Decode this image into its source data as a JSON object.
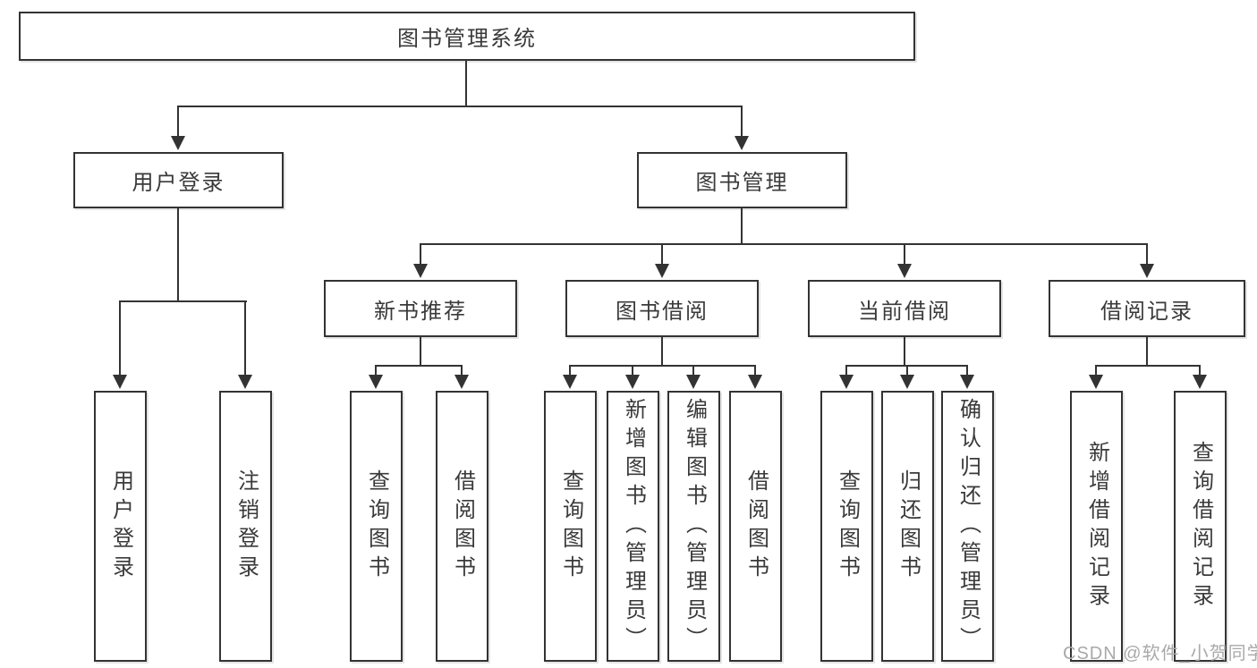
{
  "diagram": {
    "root": "图书管理系统",
    "level2": {
      "user_login": {
        "label": "用户登录",
        "children": [
          "用户登录",
          "注销登录"
        ]
      },
      "book_management": {
        "label": "图书管理",
        "sections": {
          "new_book_recommend": {
            "label": "新书推荐",
            "children": [
              "查询图书",
              "借阅图书"
            ]
          },
          "book_borrow": {
            "label": "图书借阅",
            "children": [
              "查询图书",
              "新增图书（管理员）",
              "编辑图书（管理员）",
              "借阅图书"
            ]
          },
          "current_borrow": {
            "label": "当前借阅",
            "children": [
              "查询图书",
              "归还图书",
              "确认归还（管理员）"
            ]
          },
          "borrow_record": {
            "label": "借阅记录",
            "children": [
              "新增借阅记录",
              "查询借阅记录"
            ]
          }
        }
      }
    }
  },
  "watermark": {
    "text": "CSDN @软件_小贺同学"
  },
  "colors": {
    "line": "#333333",
    "text": "#3a3a3a",
    "background": "#ffffff",
    "watermark": "#a9a9a9"
  }
}
